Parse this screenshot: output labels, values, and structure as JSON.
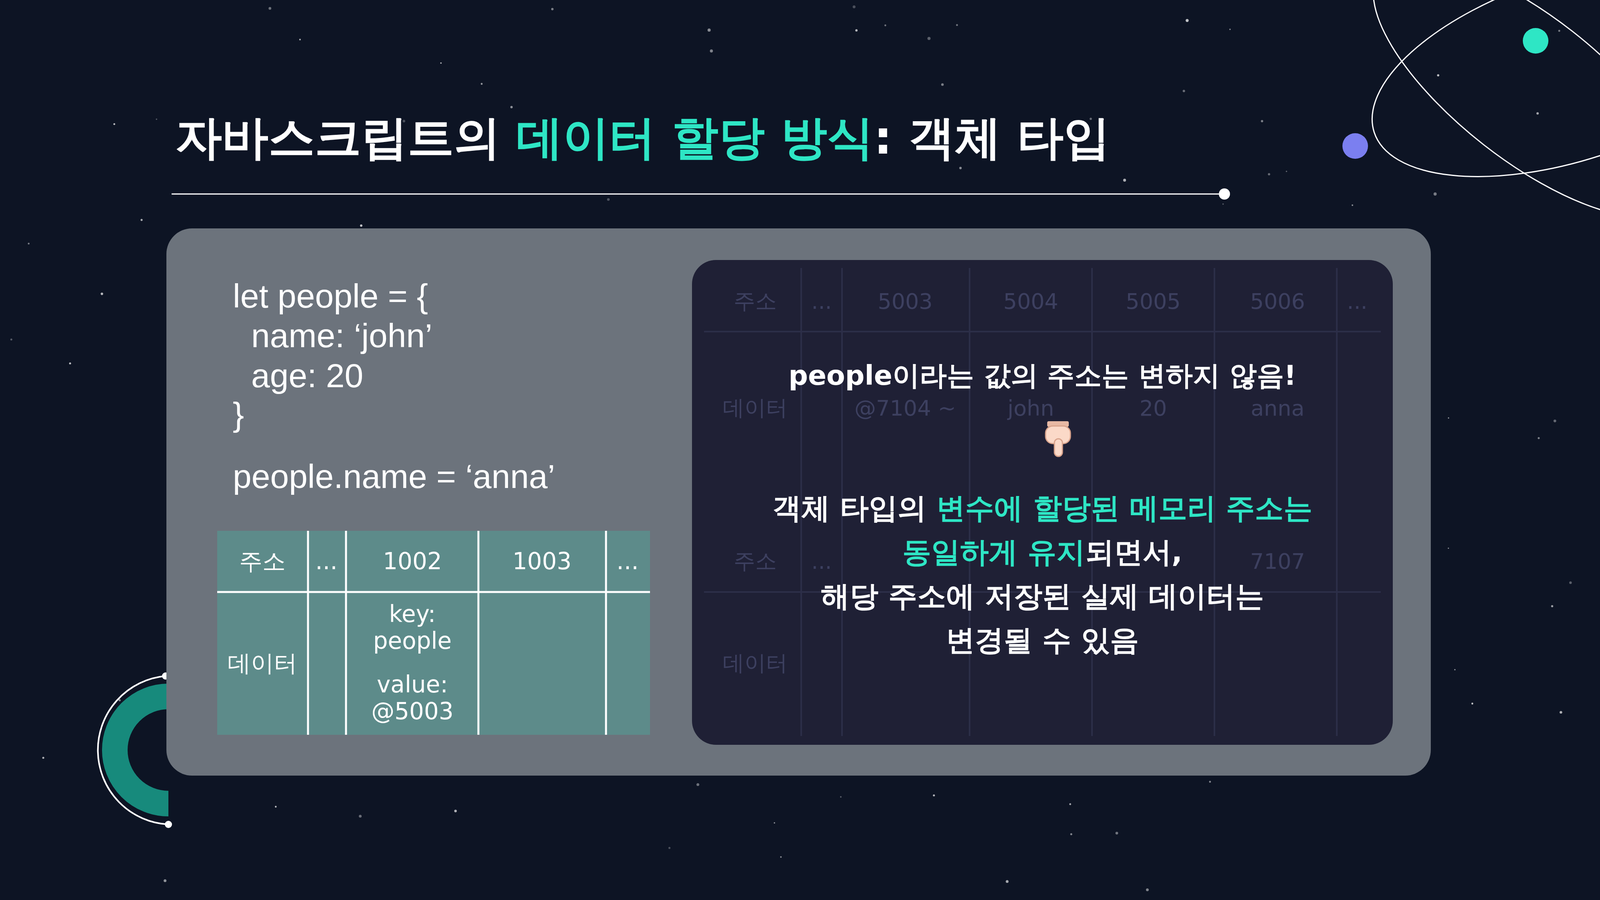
{
  "diagram": {
    "title": "자바스크립트의 데이터 할당 방식: 객체 타입",
    "nodes": [
      {
        "text": [
          "people이라는 값의 주소는 변하지 않음!",
          "객체 타입의 변수에 할당된 메모리 주소는 동일하게 유지되면서, 해당 주소에 저장된 실제 데이터는 변경될 수 있음"
        ]
      }
    ],
    "labels": [
      "let people = {",
      "name: ‘john’",
      "age: 20",
      "}",
      "people.name = ‘anna’",
      "주소",
      "...",
      "1002",
      "1003",
      "...",
      "데이터",
      "key: people",
      "value: @5003",
      "주소",
      "...",
      "5003",
      "5004",
      "5005",
      "5006",
      "...",
      "데이터",
      "@7104 ~",
      "john",
      "20",
      "anna",
      "주소",
      "...",
      "7107",
      "데이터"
    ]
  }
}
